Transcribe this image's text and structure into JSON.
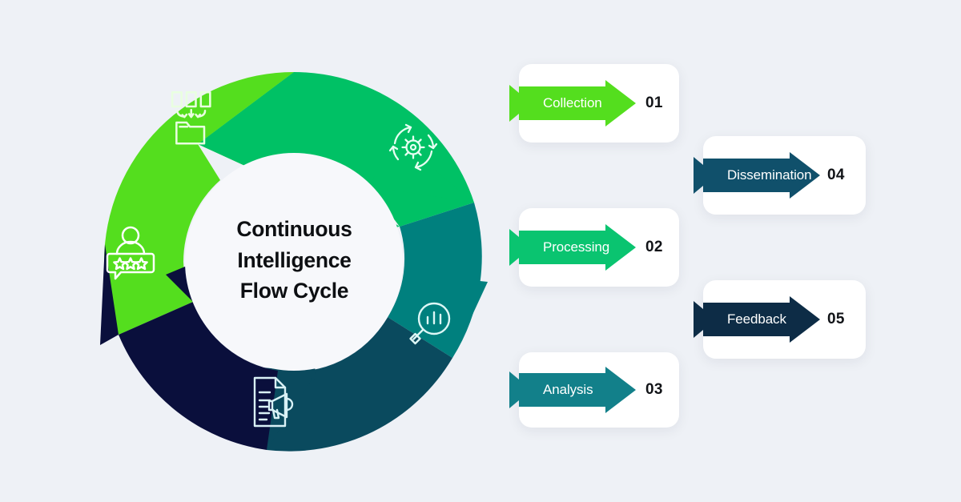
{
  "page": {
    "background_color": "#eef1f6"
  },
  "cycle": {
    "title_lines": [
      "Continuous",
      "Intelligence",
      "Flow Cycle"
    ],
    "center_fill": "#f7f8fb",
    "segments": [
      {
        "name": "Collection",
        "color": "#54de1e",
        "icon": "documents-to-folder-icon"
      },
      {
        "name": "Processing",
        "color": "#00c165",
        "icon": "gear-refresh-icon"
      },
      {
        "name": "Analysis",
        "color": "#00807e",
        "icon": "magnifier-bar-chart-icon"
      },
      {
        "name": "Dissemination",
        "color": "#0a4a5e",
        "icon": "document-megaphone-icon"
      },
      {
        "name": "Feedback",
        "color": "#0a0f3c",
        "icon": "person-star-rating-icon"
      }
    ]
  },
  "cards": [
    {
      "label": "Collection",
      "number": "01",
      "color": "#54de1e",
      "arrow_width": 154
    },
    {
      "label": "Processing",
      "number": "02",
      "color": "#0ac470",
      "arrow_width": 154
    },
    {
      "label": "Analysis",
      "number": "03",
      "color": "#12808a",
      "arrow_width": 154
    },
    {
      "label": "Dissemination",
      "number": "04",
      "color": "#10506b",
      "arrow_width": 152
    },
    {
      "label": "Feedback",
      "number": "05",
      "color": "#0d2c46",
      "arrow_width": 152
    }
  ]
}
